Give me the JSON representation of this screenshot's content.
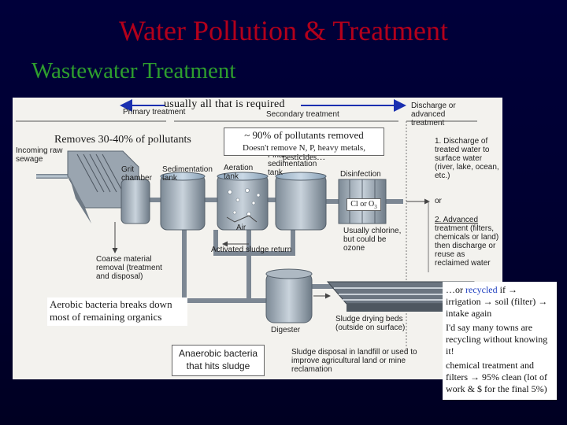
{
  "slide": {
    "title": "Water Pollution & Treatment",
    "subtitle": "Wastewater Treatment"
  },
  "annotations": {
    "required": "usually all that is required",
    "removes_primary": "Removes 30-40% of pollutants",
    "secondary_removed": "~ 90% of pollutants removed",
    "secondary_not_removed": "Doesn't remove N, P, heavy metals, pesticides…",
    "chlorine": "Cl or O",
    "chlorine_sub": "3",
    "aerobic": "Aerobic bacteria breaks down most of remaining organics",
    "anaerobic": "Anaerobic bacteria that hits sludge"
  },
  "diagram_labels": {
    "primary_treatment": "Primary treatment",
    "secondary_treatment": "Secondary treatment",
    "discharge_header": "Discharge or advanced treatment",
    "incoming": "Incoming raw sewage",
    "grit": "Grit chamber",
    "sedimentation": "Sedimentation tank",
    "aeration": "Aeration tank",
    "final_sed": "Final sedimentation tank",
    "disinfection": "Disinfection",
    "air": "Air",
    "activated_sludge": "Activated sludge return",
    "usually_chlorine": "Usually chlorine, but could be ozone",
    "coarse": "Coarse material removal (treatment and disposal)",
    "digester": "Digester",
    "drying_beds": "Sludge drying beds (outside on surface)",
    "sludge_disposal": "Sludge disposal in landfill or used to improve agricultural land or mine reclamation",
    "option1": "1. Discharge of treated water to surface water (river, lake, ocean, etc.)",
    "or1": "or",
    "option2_head": "2. Advanced",
    "option2_rest": "treatment (filters, chemicals or land) then discharge or reuse as reclaimed water"
  },
  "side_notes": {
    "line1_prefix": "…or ",
    "line1_recycled": "recycled",
    "line1_suffix": " if → irrigation → soil (filter) → intake again",
    "line2": "I'd say many towns are recycling without knowing it!",
    "line3": "chemical treatment and filters → 95% clean (lot of work & $ for the final 5%)"
  },
  "colors": {
    "title": "#b3001b",
    "subtitle": "#2e9e2e",
    "recycled": "#2040c0",
    "arrow": "#1a2fb0",
    "water": "#9fb8cf"
  }
}
